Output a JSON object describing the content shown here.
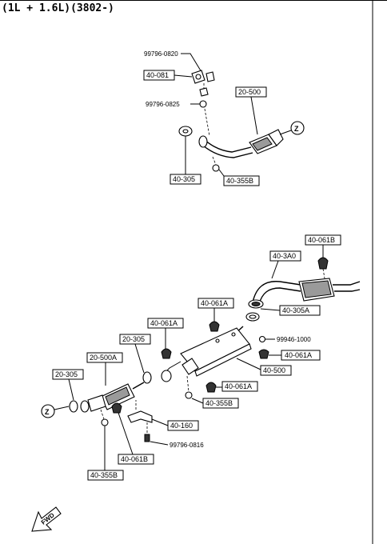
{
  "header": {
    "title": "(1L + 1.6L)(3802-)"
  },
  "labels": {
    "p99796_0820": "99796-0820",
    "p40_081": "40-081",
    "p99796_0825": "99796-0825",
    "p20_500": "20-500",
    "p40_305_top": "40-305",
    "p40_355b_top": "40-355B",
    "p40_061b_r": "40-061B",
    "p40_3a0": "40-3A0",
    "p40_061a_1": "40-061A",
    "p40_305a": "40-305A",
    "p40_061a_2": "40-061A",
    "p99946_1000": "99946-1000",
    "p20_305": "20-305",
    "p40_061a_3": "40-061A",
    "p20_500a": "20-500A",
    "p40_500": "40-500",
    "p40_061a_4": "40-061A",
    "p20_305_l": "20-305",
    "p40_355b_mid": "40-355B",
    "p40_160": "40-160",
    "p99796_0816": "99796-0816",
    "p40_061b_l": "40-061B",
    "p40_355b_bot": "40-355B",
    "ref_z": "Z",
    "fwd": "FWD"
  }
}
